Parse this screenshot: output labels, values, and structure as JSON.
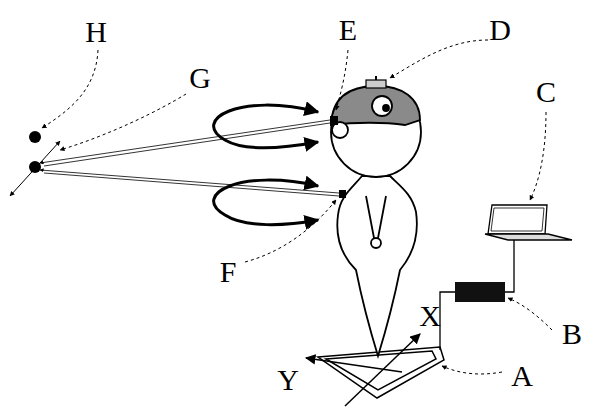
{
  "diagram": {
    "labels": [
      "H",
      "G",
      "E",
      "D",
      "C",
      "F",
      "B",
      "A",
      "X",
      "Y"
    ]
  }
}
